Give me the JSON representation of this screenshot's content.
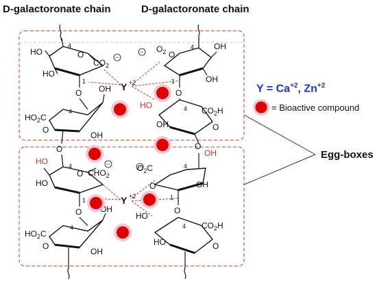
{
  "titles": {
    "left": "D-galactoronate chain",
    "right": "D-galactoronate chain"
  },
  "legend": {
    "ion_prefix": "Y = Ca",
    "ion_charge1": "+2",
    "ion_sep": ", Zn",
    "ion_charge2": "+2",
    "bioactive_label": "= Bioactive compound",
    "eggbox_label": "Egg-boxes"
  },
  "atoms": {
    "ho": "HO",
    "oh": "OH",
    "o": "O",
    "co2": "CO",
    "co2_sub": "2",
    "o2": "O",
    "o2_sub": "2",
    "co2h_left": "HO",
    "co2h_left_sub": "2",
    "co2h_left_c": "C",
    "co2h_right": "CO",
    "co2h_right_sub": "2",
    "co2h_right_h": "H",
    "cho2": "CHO",
    "cho2_sub": "2",
    "o2c": "O",
    "o2c_sub": "2",
    "o2c_c": "C",
    "y": "Y",
    "y_charge": "+2",
    "minus": "−",
    "pos1": "1",
    "pos4": "4"
  },
  "colors": {
    "box": "#c8372d",
    "bond": "#111111",
    "coordination": "#c8372d",
    "bioactive": "#e00000",
    "bioactive_halo": "#f5c6d2",
    "ion_text": "#1a35c8",
    "red_oxygen": "#c8372d"
  }
}
